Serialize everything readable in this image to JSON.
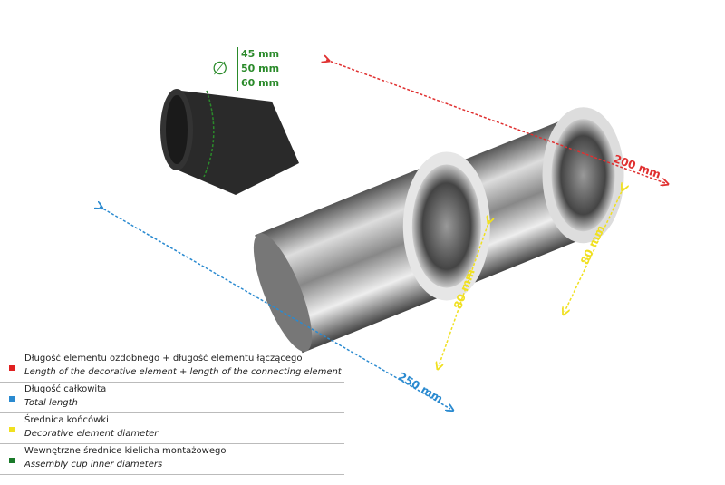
{
  "dimensions": {
    "red_label": "200 mm",
    "blue_label": "250 mm",
    "tip_left_label": "80 mm",
    "tip_right_label": "80 mm",
    "diameter_symbol": "∅",
    "cup_diameters": [
      "45 mm",
      "50 mm",
      "60 mm"
    ]
  },
  "legend": [
    {
      "color": "#e02020",
      "pl": "Długość elementu ozdobnego  + długość elementu łączącego",
      "en": "Length of the decorative element + length of the connecting element"
    },
    {
      "color": "#2a8ad0",
      "pl": "Długość całkowita",
      "en": "Total length"
    },
    {
      "color": "#f0e020",
      "pl": "Średnica końcówki",
      "en": "Decorative element diameter"
    },
    {
      "color": "#1a7a2a",
      "pl": "Wewnętrzne średnice kielicha montażowego",
      "en": "Assembly cup inner diameters"
    }
  ]
}
